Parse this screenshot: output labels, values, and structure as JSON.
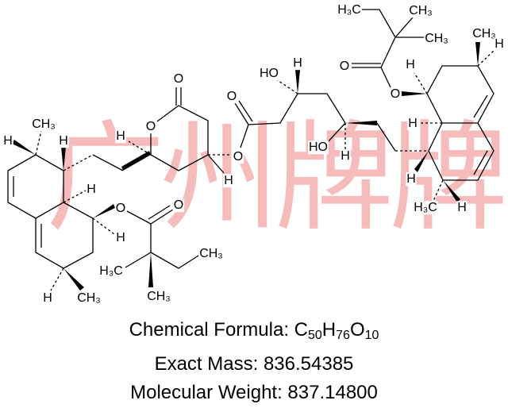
{
  "watermark": "广州牌牌",
  "labels": [
    "CH₃",
    "H",
    "H",
    "H",
    "O",
    "H",
    "O",
    "H₃C",
    "CH₃",
    "CH₃",
    "H",
    "CH₃",
    "O",
    "O",
    "H",
    "O",
    "H",
    "O",
    "HO",
    "H",
    "HO",
    "H",
    "H",
    "H",
    "O",
    "O",
    "H₃C",
    "CH₃",
    "CH₃",
    "CH₃",
    "H",
    "H",
    "H₃C",
    "H"
  ],
  "info": {
    "formula_label": "Chemical Formula: ",
    "formula": {
      "c": "C",
      "c_n": "50",
      "h": "H",
      "h_n": "76",
      "o": "O",
      "o_n": "10"
    },
    "exact_mass": "Exact Mass: 836.54385",
    "molecular_weight": "Molecular Weight: 837.14800"
  }
}
